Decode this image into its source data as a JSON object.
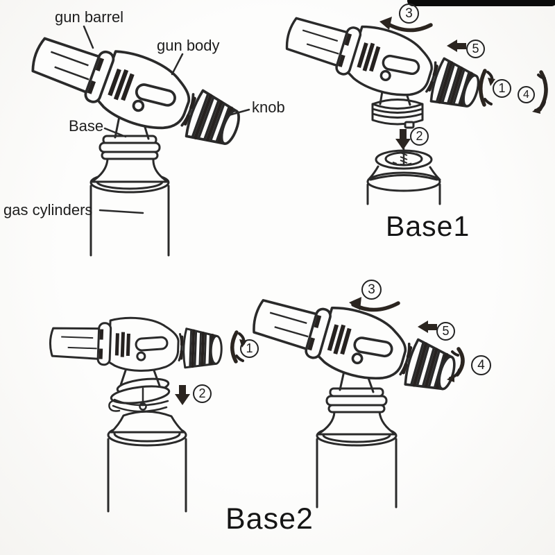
{
  "colors": {
    "background": "#fdfdfc",
    "line": "#2a2a2a",
    "arrow": "#2b2520",
    "top_bar": "#0b0b0b"
  },
  "parts_labels": {
    "gun_barrel": "gun barrel",
    "gun_body": "gun body",
    "knob": "knob",
    "base": "Base",
    "gas_cylinders": "gas cylinders"
  },
  "captions": {
    "base1": "Base1",
    "base2": "Base2"
  },
  "steps": {
    "s1": "1",
    "s2": "2",
    "s3": "3",
    "s4": "4",
    "s5": "5"
  }
}
